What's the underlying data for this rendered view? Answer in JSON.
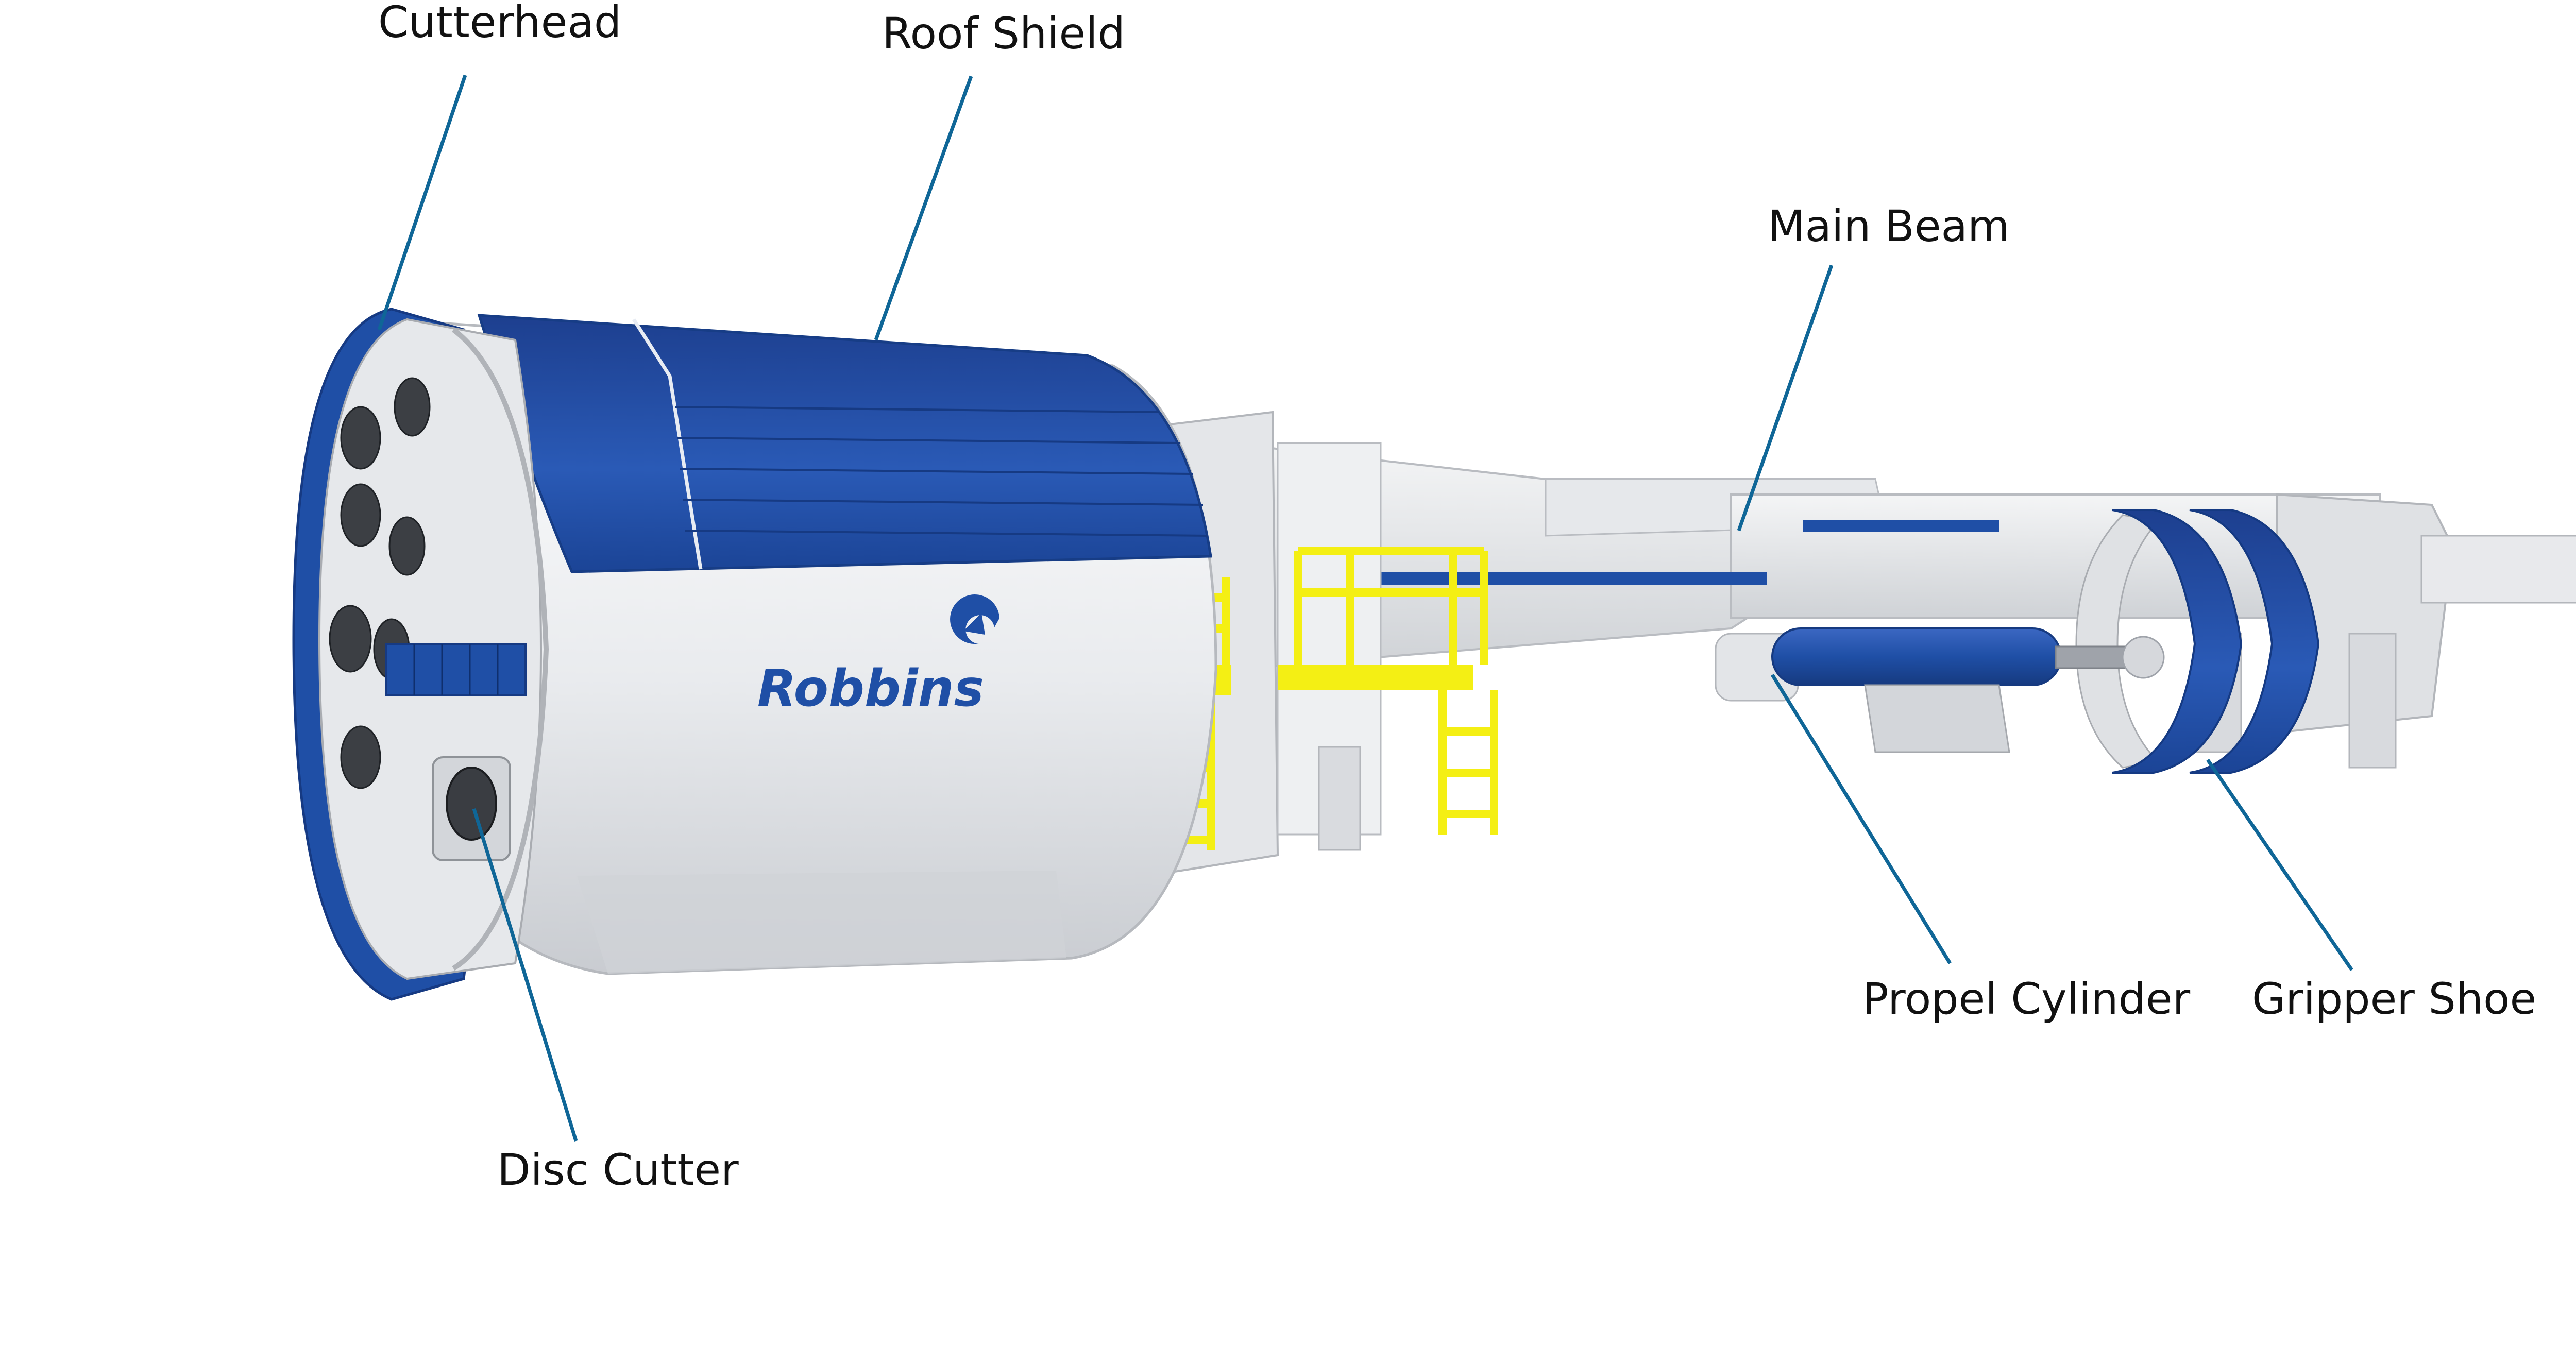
{
  "brand": {
    "logo_text": "Robbins",
    "brand_blue": "#1f4fa6",
    "accent_yellow": "#f4ef14",
    "leader_color": "#0f6697"
  },
  "labels": {
    "cutterhead": "Cutterhead",
    "roof_shield": "Roof Shield",
    "main_beam": "Main Beam",
    "propel_cylinder": "Propel Cylinder",
    "gripper_shoe": "Gripper Shoe",
    "disc_cutter": "Disc Cutter"
  }
}
